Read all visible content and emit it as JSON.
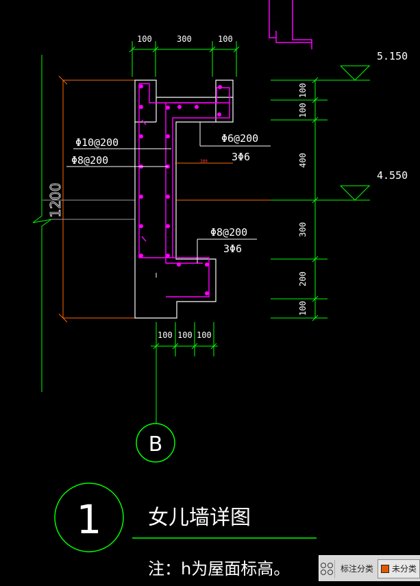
{
  "dims_top": [
    "100",
    "300",
    "100"
  ],
  "dims_bottom": [
    "100",
    "100",
    "100"
  ],
  "dims_right": [
    "100",
    "100",
    "400",
    "300",
    "200",
    "100"
  ],
  "total_height": "1200",
  "small_dim": "300",
  "elevations": [
    "5.150",
    "4.550"
  ],
  "rebar_labels": {
    "left_1": "Φ10@200",
    "left_2": "Φ8@200",
    "upper_1": "Φ6@200",
    "upper_2": "3Φ6",
    "lower_1": "Φ8@200",
    "lower_2": "3Φ6"
  },
  "axis_label": "B",
  "detail_number": "1",
  "detail_title": "女儿墙详图",
  "note": "注：h为屋面标高。",
  "toolbar": {
    "label": "标注分类",
    "button": "未分类"
  },
  "colors": {
    "background": "#000000",
    "green": "#00ff00",
    "white": "#ffffff",
    "magenta": "#ff00ff",
    "orange": "#ff6a00",
    "red": "#ff3b3b"
  }
}
